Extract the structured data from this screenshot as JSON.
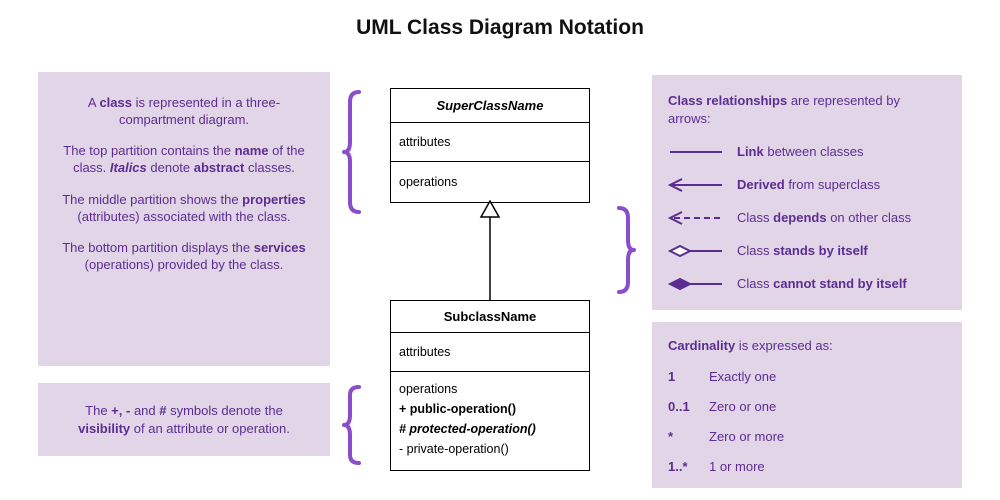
{
  "title": "UML Class Diagram Notation",
  "left_panel": {
    "class_note_paragraphs": [
      [
        {
          "t": "A "
        },
        {
          "t": "class",
          "b": true
        },
        {
          "t": " is represented in a three-compartment diagram."
        }
      ],
      [
        {
          "t": "The top partition contains the "
        },
        {
          "t": "name",
          "b": true
        },
        {
          "t": " of the class. "
        },
        {
          "t": "Italics",
          "b": true,
          "i": true
        },
        {
          "t": " denote "
        },
        {
          "t": "abstract",
          "b": true
        },
        {
          "t": " classes."
        }
      ],
      [
        {
          "t": "The middle partition shows the "
        },
        {
          "t": "properties",
          "b": true
        },
        {
          "t": " (attributes) associated with the class."
        }
      ],
      [
        {
          "t": "The bottom partition displays the "
        },
        {
          "t": "services",
          "b": true
        },
        {
          "t": " (operations) provided by the class."
        }
      ]
    ],
    "visibility_note": [
      {
        "t": "The "
      },
      {
        "t": "+, -",
        "b": true
      },
      {
        "t": " and "
      },
      {
        "t": "#",
        "b": true
      },
      {
        "t": " symbols denote the "
      },
      {
        "t": "visibility",
        "b": true
      },
      {
        "t": " of an attribute or operation."
      }
    ]
  },
  "diagram": {
    "superclass": {
      "name": "SuperClassName",
      "attributes_label": "attributes",
      "operations_label": "operations"
    },
    "subclass": {
      "name": "SubclassName",
      "attributes_label": "attributes",
      "operation_lines": [
        [
          {
            "t": "operations"
          }
        ],
        [
          {
            "t": "+ public-operation()",
            "b": true
          }
        ],
        [
          {
            "t": "# protected-operation()",
            "b": true,
            "i": true
          }
        ],
        [
          {
            "t": "- private-operation()"
          }
        ]
      ]
    }
  },
  "relationships": {
    "heading": [
      {
        "t": "Class relationships",
        "b": true
      },
      {
        "t": " are represented by arrows:"
      }
    ],
    "rows": [
      {
        "icon": "link-arrow",
        "label": [
          {
            "t": "Link",
            "b": true
          },
          {
            "t": " between classes"
          }
        ]
      },
      {
        "icon": "derived-arrow",
        "label": [
          {
            "t": "Derived",
            "b": true
          },
          {
            "t": " from superclass"
          }
        ]
      },
      {
        "icon": "depends-arrow",
        "label": [
          {
            "t": "Class "
          },
          {
            "t": "depends",
            "b": true
          },
          {
            "t": " on other class"
          }
        ]
      },
      {
        "icon": "aggregation-arrow",
        "label": [
          {
            "t": "Class "
          },
          {
            "t": "stands by itself",
            "b": true
          }
        ]
      },
      {
        "icon": "composition-arrow",
        "label": [
          {
            "t": "Class "
          },
          {
            "t": "cannot stand by itself",
            "b": true
          }
        ]
      }
    ]
  },
  "cardinality": {
    "heading": [
      {
        "t": "Cardinality",
        "b": true
      },
      {
        "t": " is expressed as:"
      }
    ],
    "rows": [
      {
        "symbol": "1",
        "desc": "Exactly one"
      },
      {
        "symbol": "0..1",
        "desc": "Zero or one"
      },
      {
        "symbol": "*",
        "desc": "Zero or more"
      },
      {
        "symbol": "1..*",
        "desc": "1 or more"
      }
    ]
  },
  "colors": {
    "panel_fill": "#e1d5e7",
    "text_purple": "#5c2d91",
    "brace_purple": "#8b4dc9",
    "arrow_purple": "#5c2d91",
    "diagram_line": "#000000"
  }
}
